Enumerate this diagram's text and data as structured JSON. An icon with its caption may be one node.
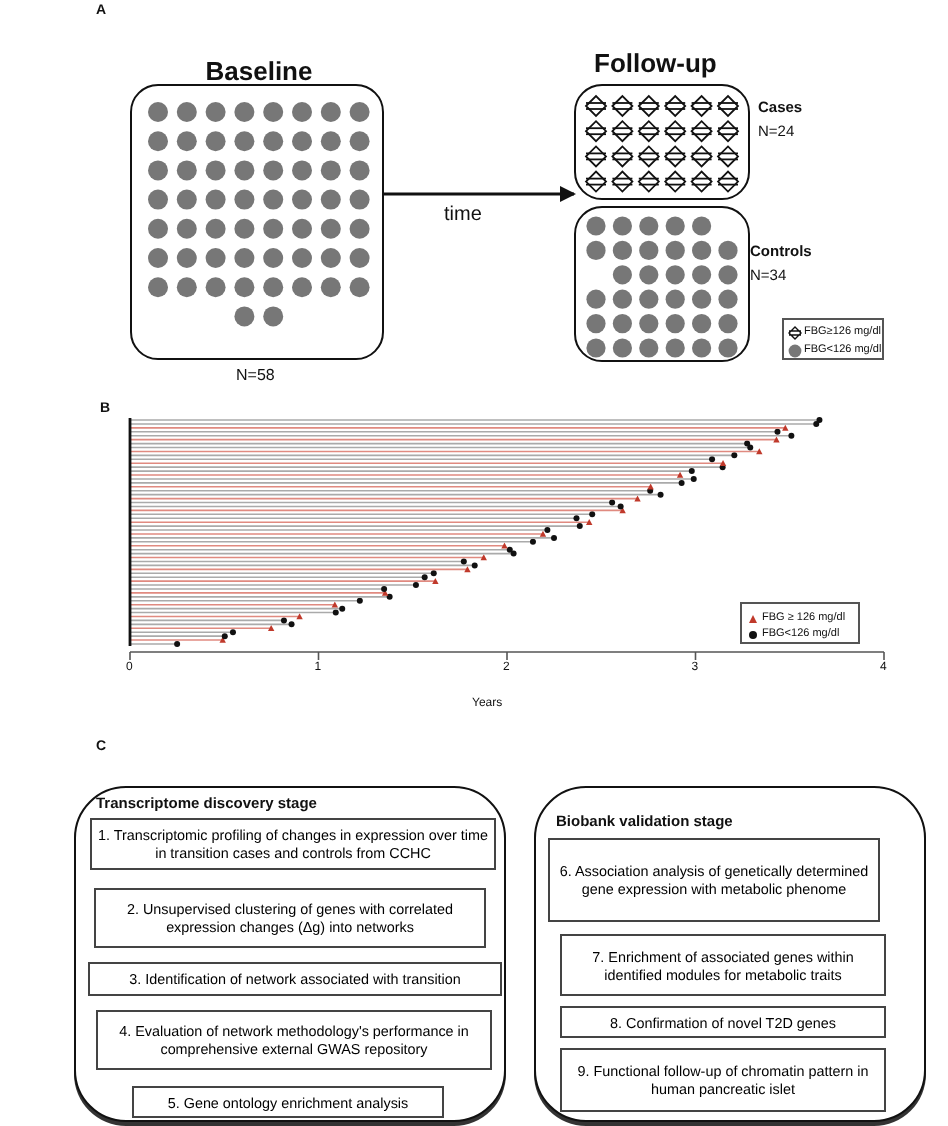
{
  "diagram": {
    "nodes": [
      {
        "text": [
          "Baseline"
        ],
        "beside": [
          "N=58"
        ]
      },
      {
        "text": [],
        "shape": "box",
        "beside": [
          "Cases",
          "N=24"
        ]
      },
      {
        "text": [],
        "shape": "box",
        "beside": [
          "Controls",
          "N=34"
        ]
      },
      {
        "text": [
          "Transcriptome discovery stage"
        ]
      },
      {
        "text": [
          "1. Transcriptomic profiling of changes in expression over time in transition cases and controls from CCHC"
        ],
        "in": 3
      },
      {
        "text": [
          "2. Unsupervised clustering of genes with correlated expression changes (Δg) into networks"
        ],
        "in": 3
      },
      {
        "text": [
          "3. Identification of network associated with transition"
        ],
        "in": 3
      },
      {
        "text": [
          "4. Evaluation of network methodology's performance in comprehensive external GWAS repository"
        ],
        "in": 3
      },
      {
        "text": [
          "5. Gene ontology enrichment analysis"
        ],
        "in": 3
      },
      {
        "text": [
          "Biobank validation stage"
        ]
      },
      {
        "text": [
          "6. Association analysis of genetically determined gene expression with metabolic phenome"
        ],
        "in": 9
      },
      {
        "text": [
          "7. Enrichment of associated genes within identified modules for metabolic traits"
        ],
        "in": 9
      },
      {
        "text": [
          "8. Confirmation of novel T2D genes"
        ],
        "in": 9
      },
      {
        "text": [
          "9. Functional follow-up of chromatin pattern in human pancreatic islet"
        ],
        "in": 9
      }
    ],
    "edges": [
      {
        "from": 0,
        "to": 1,
        "arrow": "to",
        "label": "time"
      }
    ],
    "labels": [
      "A",
      "Follow-up",
      "B",
      "0",
      "1",
      "2",
      "3",
      "4",
      "Years",
      "C"
    ],
    "legend": [
      {
        "text": "FBG≥126 mg/dl"
      },
      {
        "text": "FBG<126 mg/dl"
      },
      {
        "text": "FBG ≥ 126 mg/dl"
      },
      {
        "text": "FBG<126 mg/dl"
      }
    ]
  }
}
